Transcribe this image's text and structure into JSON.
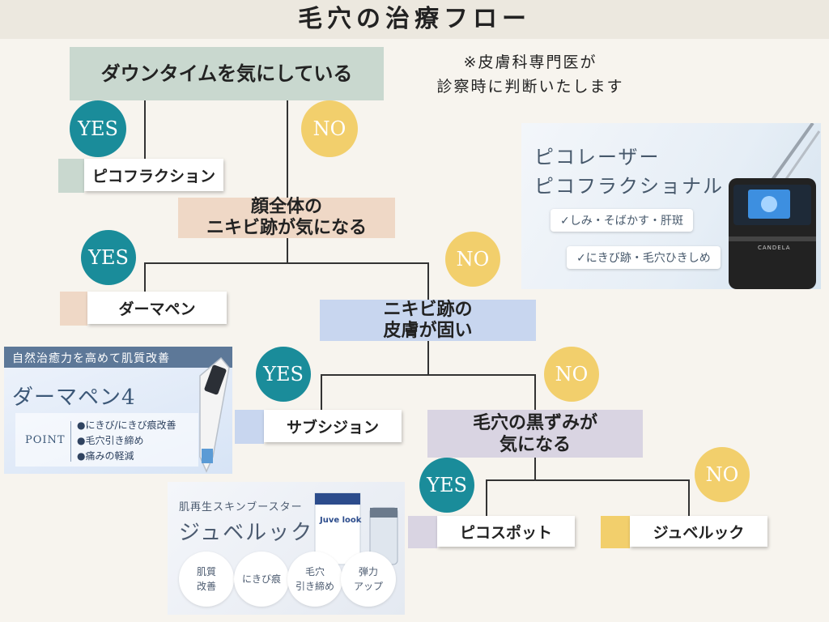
{
  "title": "毛穴の治療フロー",
  "note": [
    "※皮膚科専門医が",
    "診察時に判断いたします"
  ],
  "yes_label": "YES",
  "no_label": "NO",
  "questions": {
    "q1": "ダウンタイムを気にしている",
    "q2": [
      "顔全体の",
      "ニキビ跡が気になる"
    ],
    "q3": [
      "ニキビ跡の",
      "皮膚が固い"
    ],
    "q4": [
      "毛穴の黒ずみが",
      "気になる"
    ]
  },
  "results": {
    "pico_fractional": "ピコフラクション",
    "dermapen": "ダーマペン",
    "subcision": "サブシジョン",
    "pico_spot": "ピコスポット",
    "juvelook": "ジュベルック"
  },
  "colors": {
    "q1": "#c9d8cf",
    "q2": "#efd8c6",
    "q3": "#c8d6ef",
    "q4": "#d9d4e2",
    "juvelook_swatch": "#f2cf6c",
    "yes": "#1a8c9a",
    "no": "#f2cf6c"
  },
  "promo_pico": {
    "line1": "ピコレーザー",
    "line2": "ピコフラクショナル",
    "tag1": "✓しみ・そばかす・肝斑",
    "tag2": "✓にきび跡・毛穴ひきしめ",
    "device_brand": "CANDELA"
  },
  "promo_dermapen": {
    "header": "自然治癒力を高めて肌質改善",
    "name": "ダーマペン4",
    "point_label": "POINT",
    "points": [
      "●にきび/にきび痕改善",
      "●毛穴引き締め",
      "●痛みの軽減"
    ]
  },
  "promo_juvelook": {
    "subtitle": "肌再生スキンブースター",
    "name": "ジュベルック",
    "box_brand": "Juve look",
    "circles": [
      [
        "肌質",
        "改善"
      ],
      [
        "にきび痕",
        ""
      ],
      [
        "毛穴",
        "引き締め"
      ],
      [
        "弾力",
        "アップ"
      ]
    ]
  }
}
